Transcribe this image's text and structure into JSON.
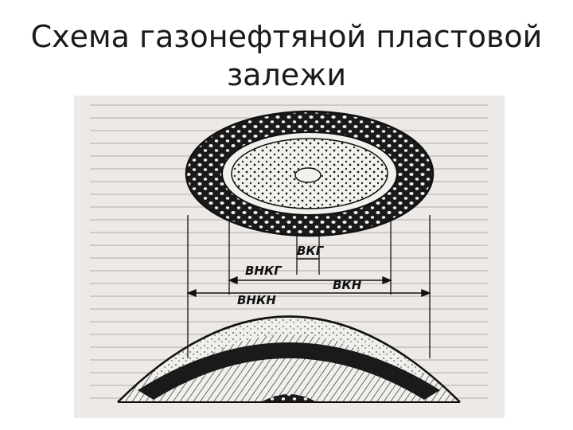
{
  "slide": {
    "title_line1": "Схема газонефтяной пластовой",
    "title_line2": "залежи"
  },
  "diagram": {
    "labels": {
      "vkg": "ВКГ",
      "vnkg": "ВНКГ",
      "vkn": "ВКН",
      "vnkn": "ВНКН"
    }
  },
  "colors": {
    "ink": "#1a1a1a",
    "paper": "#ece9e6",
    "background": "#ffffff"
  }
}
